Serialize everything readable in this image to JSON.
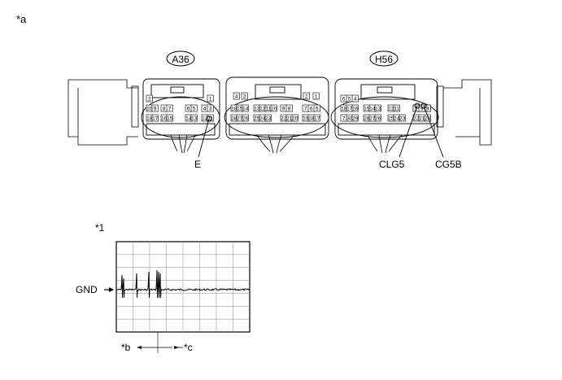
{
  "figure_label": "*a",
  "connectors": [
    {
      "id": "A36",
      "label": "A36"
    },
    {
      "id": "H56",
      "label": "H56"
    }
  ],
  "terminal_labels": {
    "e": "E",
    "clg5": "CLG5",
    "cg5b": "CG5B"
  },
  "pins": {
    "a36": [
      "2",
      "1",
      "10",
      "9",
      "8",
      "7",
      "6",
      "5",
      "4",
      "3",
      "18",
      "17",
      "16",
      "15",
      "14",
      "13",
      "12",
      "11"
    ],
    "mid": [
      "4",
      "3",
      "2",
      "1",
      "18",
      "15",
      "14",
      "13",
      "12",
      "11",
      "10",
      "9",
      "8",
      "7",
      "6",
      "5",
      "28",
      "27",
      "26",
      "25",
      "24",
      "23",
      "22",
      "21",
      "20",
      "19",
      "18",
      "17"
    ],
    "h56": [
      "6",
      "5",
      "4",
      "18",
      "17",
      "16",
      "15",
      "14",
      "13",
      "12",
      "11",
      "10",
      "3",
      "2",
      "1",
      "9",
      "8",
      "7",
      "30",
      "29",
      "28",
      "27",
      "26",
      "25",
      "24",
      "23",
      "22",
      "21",
      "20",
      "19"
    ]
  },
  "waveform": {
    "label": "*1",
    "gnd_label": "GND",
    "left_label": "*b",
    "right_label": "*c"
  }
}
